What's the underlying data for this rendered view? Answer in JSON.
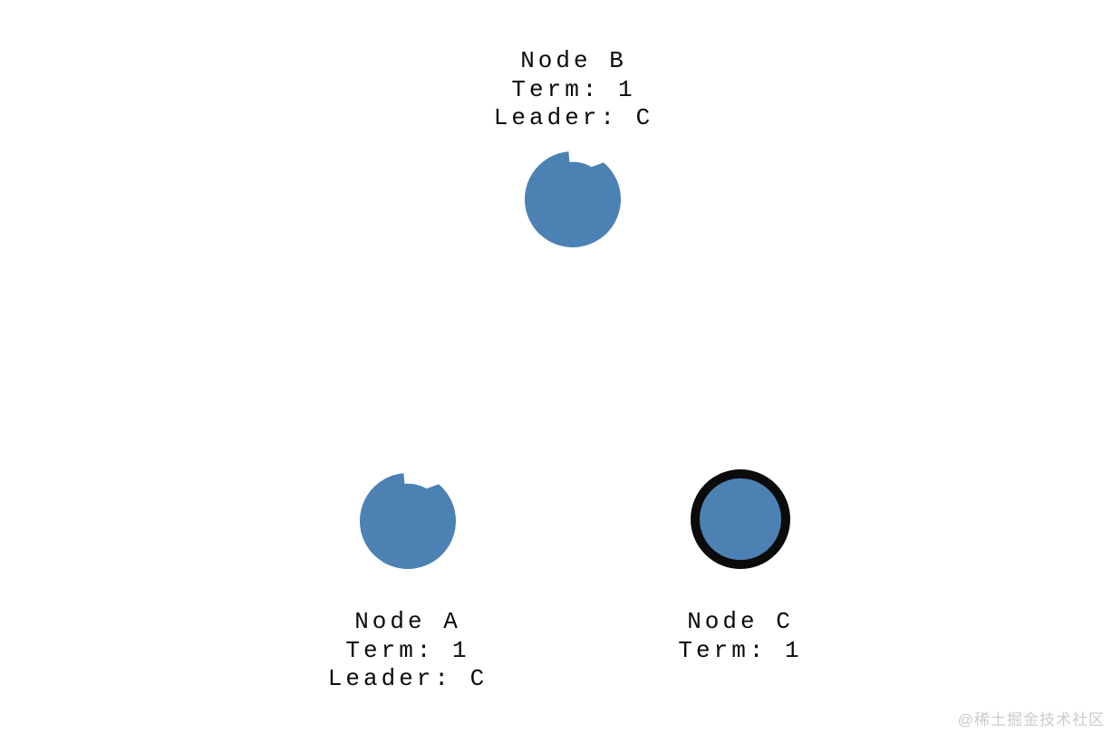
{
  "diagram": {
    "nodes": [
      {
        "id": "B",
        "name_label": "Node B",
        "term_label": "Term: 1",
        "leader_label": "Leader: C",
        "role": "follower"
      },
      {
        "id": "A",
        "name_label": "Node A",
        "term_label": "Term: 1",
        "leader_label": "Leader: C",
        "role": "follower"
      },
      {
        "id": "C",
        "name_label": "Node C",
        "term_label": "Term: 1",
        "role": "leader"
      }
    ],
    "colors": {
      "node_fill": "#4C81B4",
      "leader_outline": "#0b0b0b",
      "text": "#0a0a0a",
      "background": "#ffffff",
      "watermark": "#cbcbcb"
    }
  },
  "watermark": {
    "text": "@稀土掘金技术社区"
  }
}
